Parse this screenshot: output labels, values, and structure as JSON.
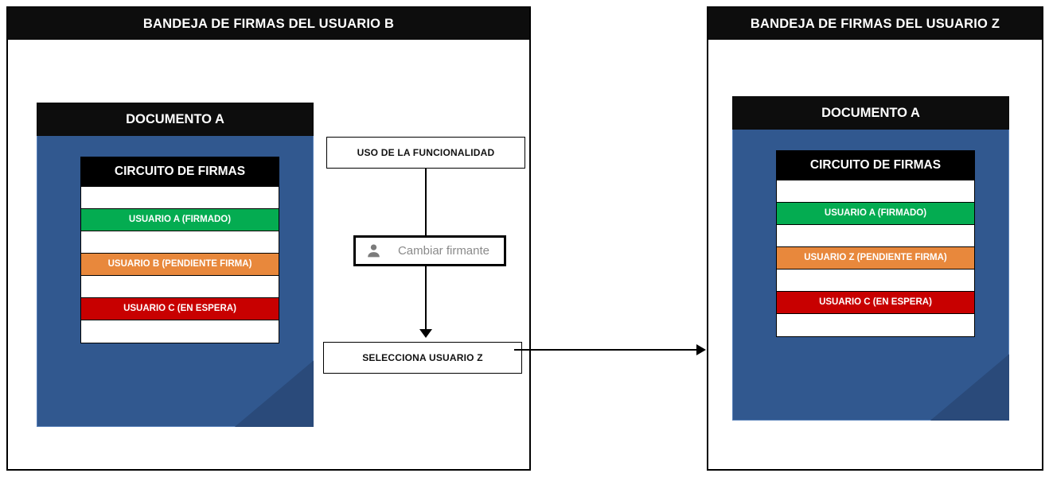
{
  "theme": {
    "panel_border": "#000000",
    "title_bar_bg": "#0d0d0d",
    "document_blue": "#31588F",
    "document_fold": "#2a4a7a",
    "status_signed": "#04AC51",
    "status_pending": "#E8883C",
    "status_waiting": "#C80000",
    "button_label_gray": "#8a8a8a"
  },
  "left_panel": {
    "title": "BANDEJA DE FIRMAS DEL USUARIO B",
    "document": {
      "title": "DOCUMENTO A",
      "circuit": {
        "header": "CIRCUITO DE FIRMAS",
        "rows": [
          {
            "label": "",
            "color": "#ffffff",
            "text_color": "#ffffff",
            "blank": true
          },
          {
            "label": "USUARIO A (FIRMADO)",
            "color": "#04AC51",
            "text_color": "#ffffff",
            "blank": false
          },
          {
            "label": "",
            "color": "#ffffff",
            "text_color": "#ffffff",
            "blank": true
          },
          {
            "label": "USUARIO B (PENDIENTE FIRMA)",
            "color": "#E8883C",
            "text_color": "#ffffff",
            "blank": false
          },
          {
            "label": "",
            "color": "#ffffff",
            "text_color": "#ffffff",
            "blank": true
          },
          {
            "label": "USUARIO C (EN ESPERA)",
            "color": "#C80000",
            "text_color": "#ffffff",
            "blank": false
          },
          {
            "label": "",
            "color": "#ffffff",
            "text_color": "#ffffff",
            "blank": true
          }
        ]
      }
    },
    "flow": {
      "step_top": "USO DE LA FUNCIONALIDAD",
      "action_button": {
        "label": "Cambiar firmante",
        "icon": "person-icon"
      },
      "step_bottom": "SELECCIONA USUARIO Z"
    }
  },
  "right_panel": {
    "title": "BANDEJA DE FIRMAS DEL USUARIO Z",
    "document": {
      "title": "DOCUMENTO A",
      "circuit": {
        "header": "CIRCUITO DE FIRMAS",
        "rows": [
          {
            "label": "",
            "color": "#ffffff",
            "text_color": "#ffffff",
            "blank": true
          },
          {
            "label": "USUARIO A (FIRMADO)",
            "color": "#04AC51",
            "text_color": "#ffffff",
            "blank": false
          },
          {
            "label": "",
            "color": "#ffffff",
            "text_color": "#ffffff",
            "blank": true
          },
          {
            "label": "USUARIO Z (PENDIENTE FIRMA)",
            "color": "#E8883C",
            "text_color": "#ffffff",
            "blank": false
          },
          {
            "label": "",
            "color": "#ffffff",
            "text_color": "#ffffff",
            "blank": true
          },
          {
            "label": "USUARIO C (EN ESPERA)",
            "color": "#C80000",
            "text_color": "#ffffff",
            "blank": false
          },
          {
            "label": "",
            "color": "#ffffff",
            "text_color": "#ffffff",
            "blank": true
          }
        ]
      }
    }
  }
}
